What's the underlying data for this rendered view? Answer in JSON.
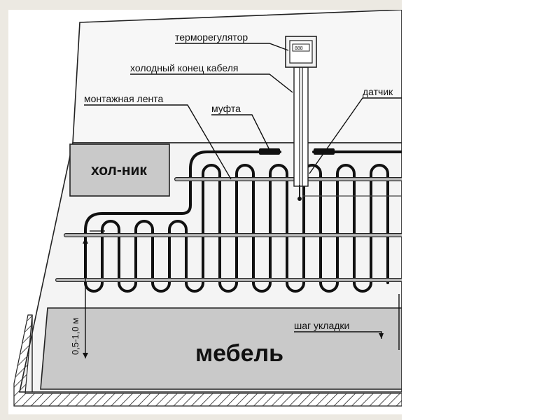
{
  "labels": {
    "thermostat": "терморегулятор",
    "cold_end": "холодный конец кабеля",
    "sensor": "датчик",
    "mounting_tape": "монтажная лента",
    "coupling": "муфта",
    "fridge": "хол-ник",
    "furniture": "мебель",
    "pitch": "шаг укладки",
    "wall_gap": "0,5-1,0 м"
  },
  "colors": {
    "page_background": "#ece9e2",
    "floor": "#f4f4f4",
    "furniture_fill": "#c9c9c9",
    "cable": "#111111",
    "tape": "#bdbdbd"
  }
}
